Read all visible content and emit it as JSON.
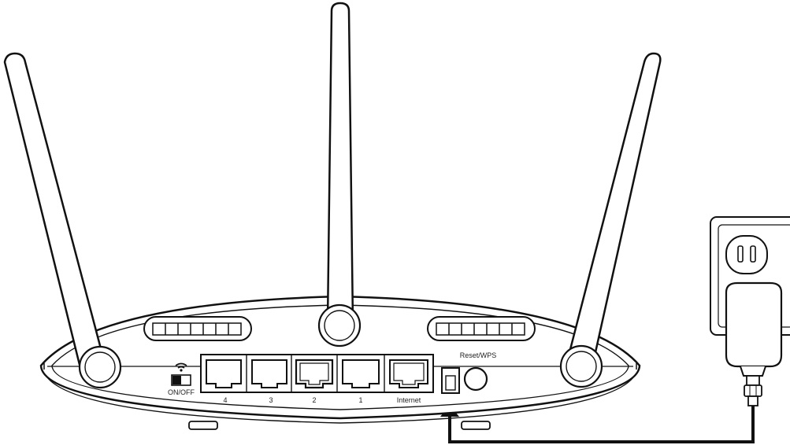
{
  "diagram": {
    "colors": {
      "stroke": "#111111",
      "fill": "#ffffff",
      "shade": "#e8e8e8"
    },
    "switch": {
      "label": "ON/OFF",
      "icon": "wifi-icon"
    },
    "ports": {
      "lan4": "4",
      "lan3": "3",
      "lan2": "2",
      "lan1": "1",
      "internet": "Internet"
    },
    "button": {
      "label": "Reset/WPS"
    }
  }
}
